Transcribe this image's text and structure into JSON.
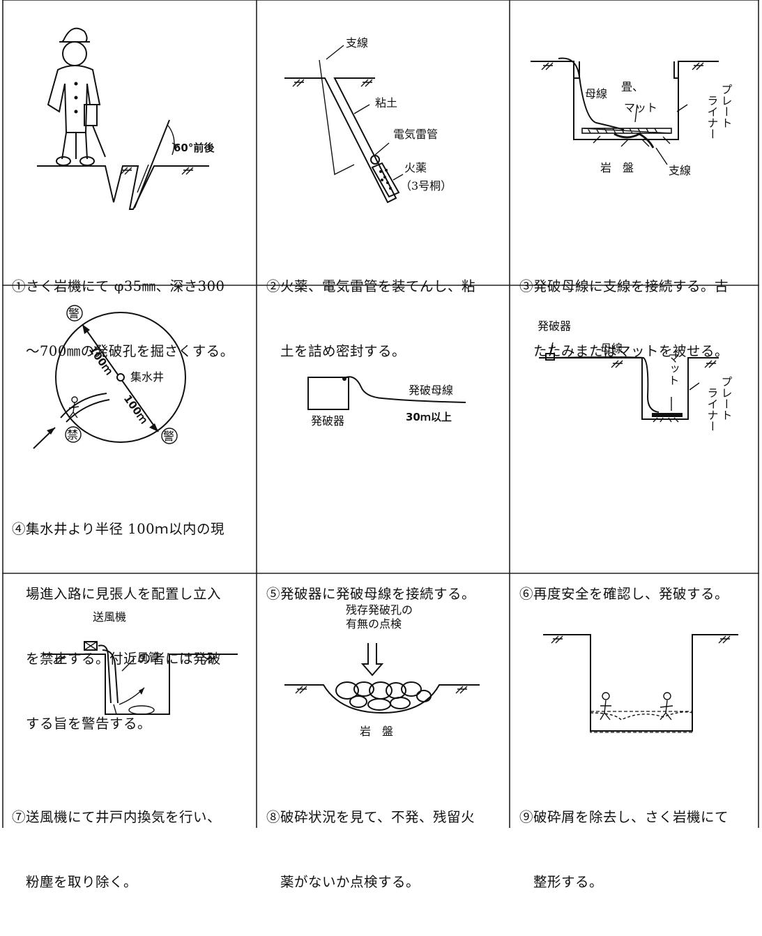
{
  "colors": {
    "ink": "#111111",
    "background": "#ffffff"
  },
  "panels": [
    {
      "id": "p1",
      "caption_lines": [
        "①さく岩機にて φ35㎜、深さ300",
        "　～700㎜の発破孔を掘さくする。"
      ],
      "labels": {
        "angle": "60°前後"
      }
    },
    {
      "id": "p2",
      "caption_lines": [
        "②火薬、電気雷管を装てんし、粘",
        "　土を詰め密封する。"
      ],
      "labels": {
        "branch_wire": "支線",
        "clay": "粘土",
        "detonator": "電気雷管",
        "explosive": "火薬",
        "explosive_type": "（3号桐）"
      }
    },
    {
      "id": "p3",
      "caption_lines": [
        "③発破母線に支線を接続する。古",
        "　たたみまたはマットを被せる。"
      ],
      "labels": {
        "main_wire": "母線",
        "mat_1": "畳、",
        "mat_2": "マット",
        "liner_1": "ライナー",
        "liner_2": "プレート",
        "rock": "岩　盤",
        "branch_wire": "支線"
      }
    },
    {
      "id": "p4",
      "caption_lines": [
        "④集水井より半径 100ｍ以内の現",
        "　場進入路に見張人を配置し立入",
        "　を禁止する。付近の者には発破",
        "　する旨を警告する。"
      ],
      "labels": {
        "warn": "警",
        "prohibit": "禁",
        "well": "集水井",
        "radius_1": "100ｍ",
        "radius_2": "100ｍ"
      }
    },
    {
      "id": "p5",
      "caption_lines": [
        "⑤発破器に発破母線を接続する。"
      ],
      "labels": {
        "blaster": "発破器",
        "main_wire": "発破母線",
        "distance": "30ｍ以上"
      }
    },
    {
      "id": "p6",
      "caption_lines": [
        "⑥再度安全を確認し、発破する。"
      ],
      "labels": {
        "blaster": "発破器",
        "main_wire": "母線",
        "mat": "マット",
        "liner_1": "ライナー",
        "liner_2": "プレート"
      }
    },
    {
      "id": "p7",
      "caption_lines": [
        "⑦送風機にて井戸内換気を行い、",
        "　粉塵を取り除く。"
      ],
      "labels": {
        "blower": "送風機",
        "duct": "風管"
      }
    },
    {
      "id": "p8",
      "caption_lines": [
        "⑧破砕状況を見て、不発、残留火",
        "　薬がないか点検する。"
      ],
      "labels": {
        "check_1": "残存発破孔の",
        "check_2": "有無の点検",
        "rock": "岩　盤"
      }
    },
    {
      "id": "p9",
      "caption_lines": [
        "⑨破砕屑を除去し、さく岩機にて",
        "　整形する。"
      ],
      "labels": {}
    }
  ]
}
